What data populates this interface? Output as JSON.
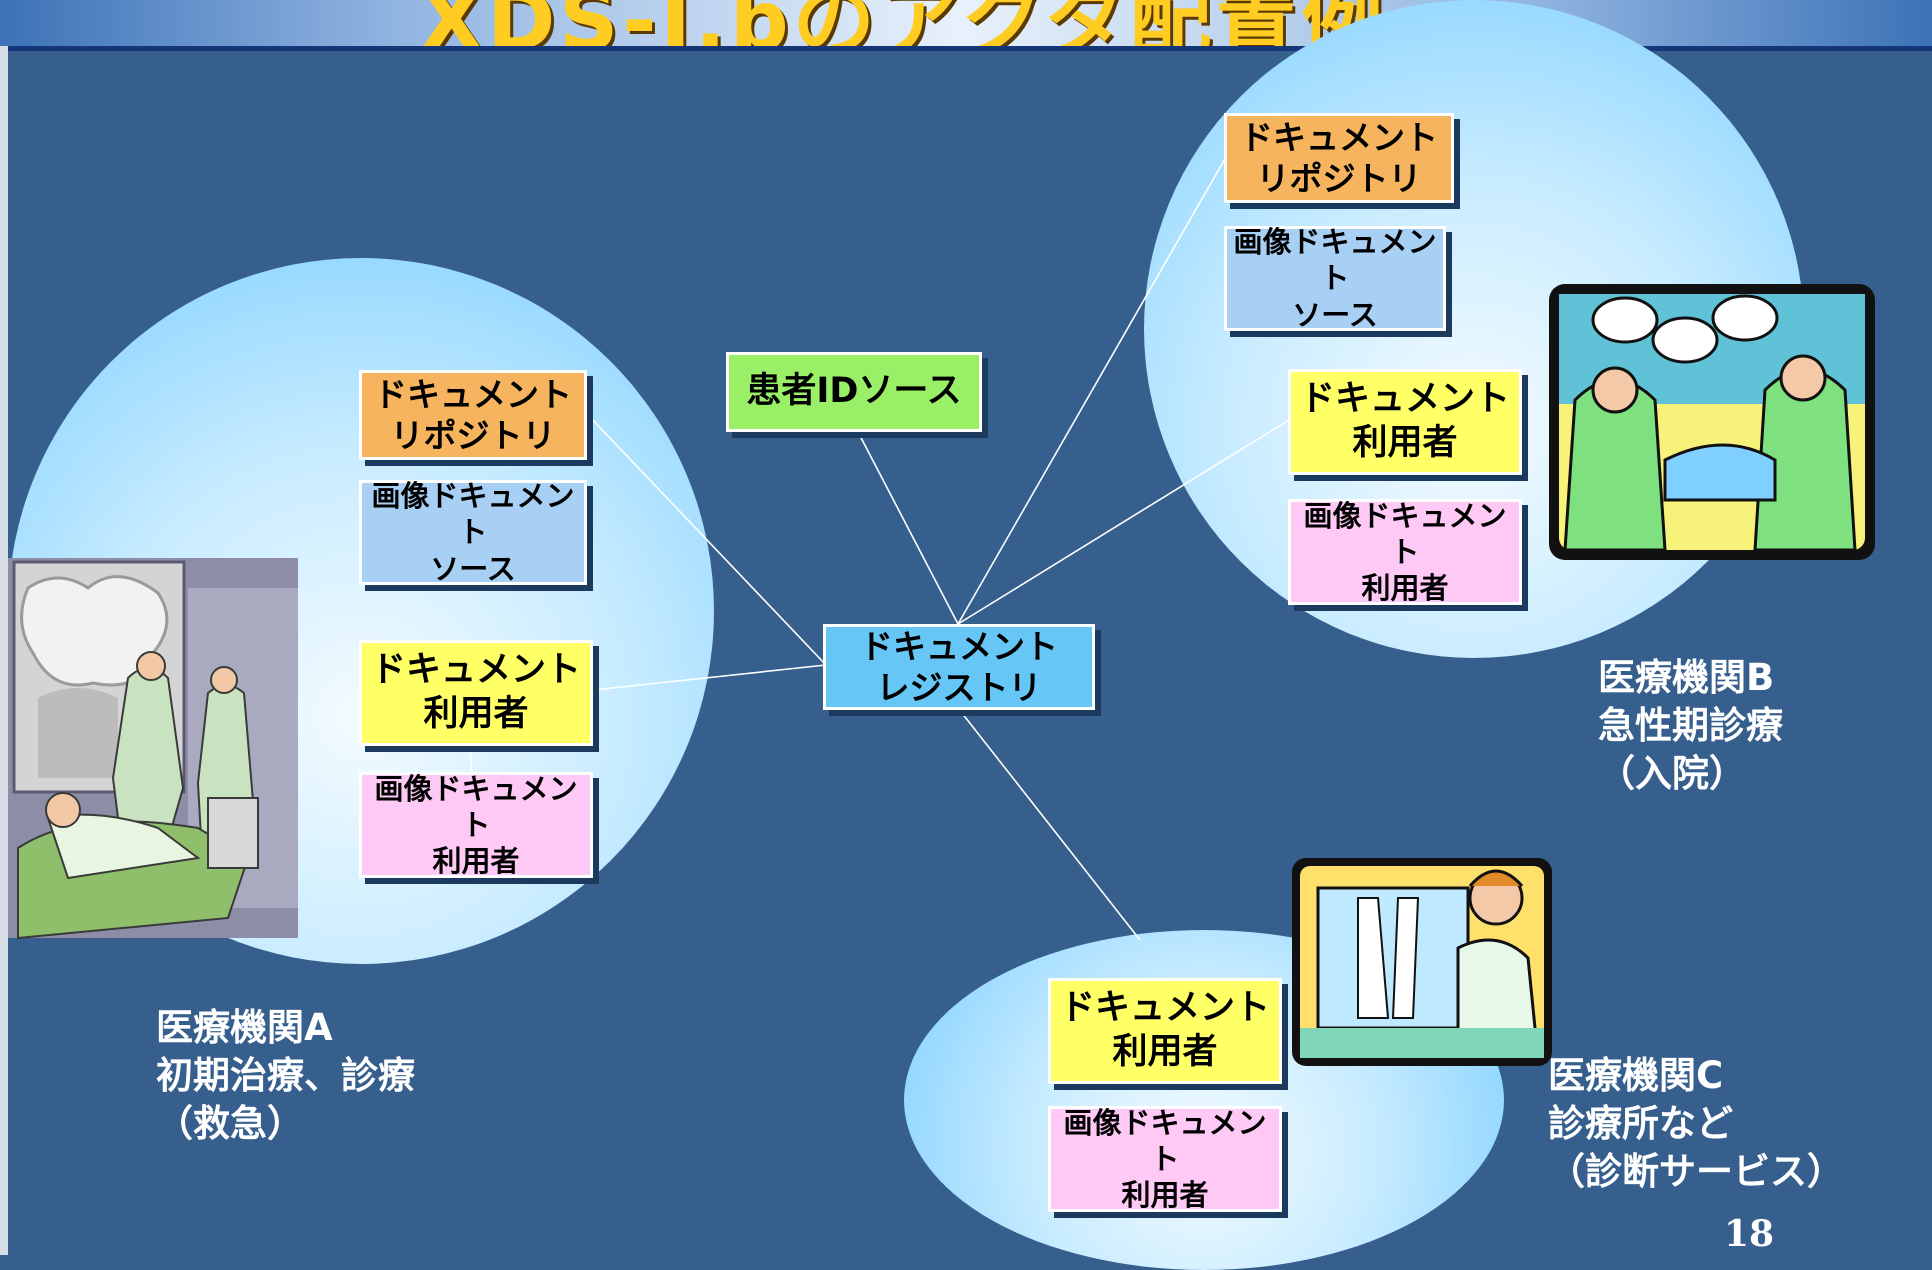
{
  "title": "XDS-I.bのアクタ配置例",
  "page_number": "18",
  "colors": {
    "background": "#365f8d",
    "repository": "#f6b45e",
    "image_source": "#a8d0f5",
    "consumer": "#ffff66",
    "image_consumer": "#ffc9f5",
    "registry": "#66c7f7",
    "patient_id_source": "#99f066"
  },
  "center": {
    "registry": "ドキュメント\nレジストリ",
    "patient_id_source": "患者IDソース"
  },
  "institution_a": {
    "repository": "ドキュメント\nリポジトリ",
    "image_source": "画像ドキュメント\nソース",
    "consumer": "ドキュメント\n利用者",
    "image_consumer": "画像ドキュメント\n利用者",
    "label": "医療機関A\n初期治療、診療\n（救急）",
    "illustration": "doctors-patient-xray-clipart"
  },
  "institution_b": {
    "repository": "ドキュメント\nリポジトリ",
    "image_source": "画像ドキュメント\nソース",
    "consumer": "ドキュメント\n利用者",
    "image_consumer": "画像ドキュメント\n利用者",
    "label": "医療機関B\n急性期診療\n（入院）",
    "illustration": "surgeons-operating-room-clipart"
  },
  "institution_c": {
    "consumer": "ドキュメント\n利用者",
    "image_consumer": "画像ドキュメント\n利用者",
    "label": "医療機関C\n診療所など\n（診断サービス）",
    "illustration": "doctor-viewing-xray-clipart"
  }
}
